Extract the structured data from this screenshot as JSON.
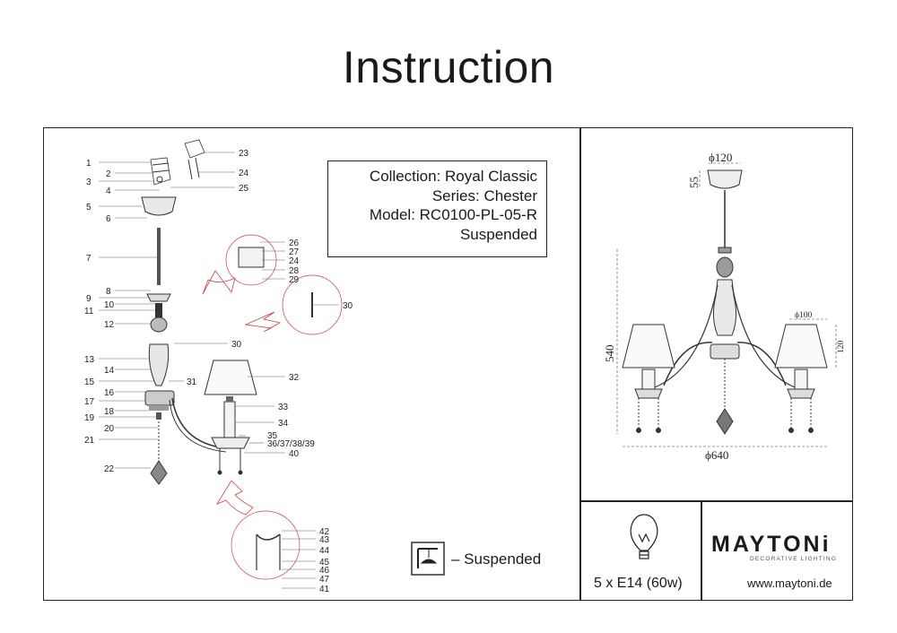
{
  "title": "Instruction",
  "info": {
    "collection": "Collection: Royal Classic",
    "series": "Series: Chester",
    "model": "Model: RC0100-PL-05-R",
    "mount": "Suspended"
  },
  "legend": {
    "text": "– Suspended"
  },
  "power": "5 x E14 (60w)",
  "brand": {
    "logo": "MAYTONi",
    "tagline": "DECORATIVE LIGHTING"
  },
  "website": "www.maytoni.de",
  "dimensions": {
    "top_diameter": "ϕ120",
    "top_height": "55",
    "height": "540",
    "shade_diameter": "ϕ100",
    "shade_height": "120",
    "width": "ϕ640"
  },
  "parts": {
    "left_labels": [
      "1",
      "2",
      "3",
      "4",
      "5",
      "6",
      "7",
      "8",
      "9",
      "10",
      "11",
      "12",
      "13",
      "14",
      "15",
      "16",
      "17",
      "18",
      "19",
      "20",
      "21",
      "22"
    ],
    "right_labels": [
      "23",
      "24",
      "25",
      "26",
      "27",
      "24",
      "28",
      "29",
      "30",
      "30",
      "31",
      "32",
      "33",
      "34",
      "35",
      "36/37/38/39",
      "40",
      "42",
      "43",
      "44",
      "45",
      "46",
      "47",
      "41"
    ]
  }
}
